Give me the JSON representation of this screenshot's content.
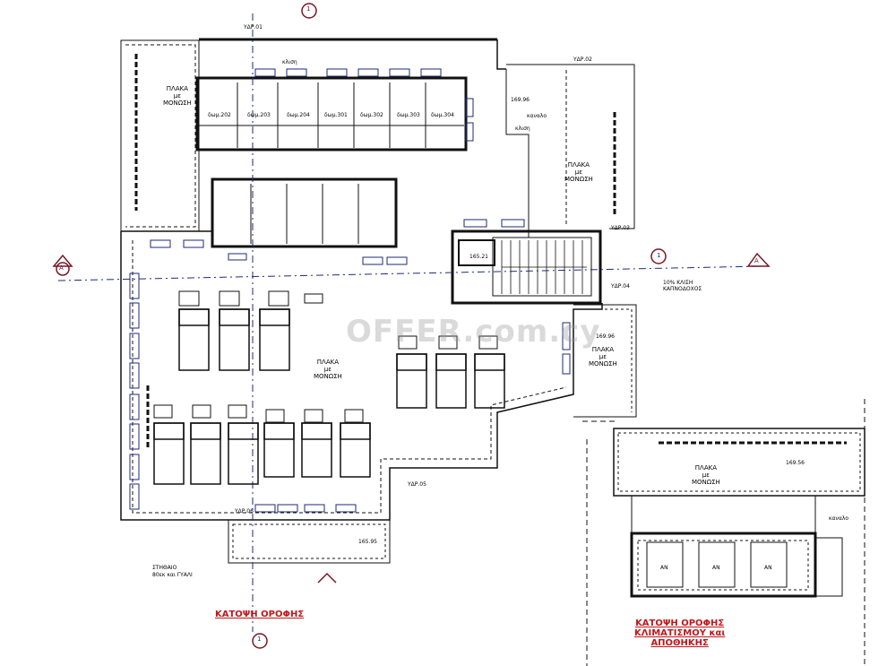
{
  "watermark": "OFFER.com.cy",
  "title_main": "ΚΑΤΟΨΗ ΟΡΟΦΗΣ",
  "title_secondary": [
    "ΚΑΤΟΨΗ ΟΡΟΦΗΣ",
    "ΚΛΙΜΑΤΙΣΜΟΥ και",
    "ΑΠΟΘΗΚΗΣ"
  ],
  "plaka_label": [
    "ΠΛΑΚΑ",
    "με",
    "ΜΟΝΩΣΗ"
  ],
  "slope_label": "κλιση",
  "gutter_label": "καναλο",
  "railing_note": [
    "ΣΤΗΘΑΙΟ",
    "80εκ και ΓΥΑΛΙ"
  ],
  "section_markers": [
    "1",
    "Α",
    "Α",
    "1",
    "1"
  ],
  "yap_labels": [
    "ΥΔΡ.01",
    "ΥΔΡ.02",
    "ΥΔΡ.03",
    "ΥΔΡ.04",
    "ΥΔΡ.05",
    "ΥΔΡ.06"
  ],
  "levels": [
    "169.96",
    "169.96",
    "169.56",
    "165.95",
    "165.21"
  ],
  "note_vent": [
    "10% ΚΛΙΣΗ",
    "ΚΑΠΝΟΔΟΧΟΣ"
  ],
  "unit_tag": "ΑΝ",
  "room_tags": [
    "δωμ.202",
    "δωμ.203",
    "δωμ.204",
    "δωμ.301",
    "δωμ.302",
    "δωμ.303",
    "δωμ.304"
  ]
}
